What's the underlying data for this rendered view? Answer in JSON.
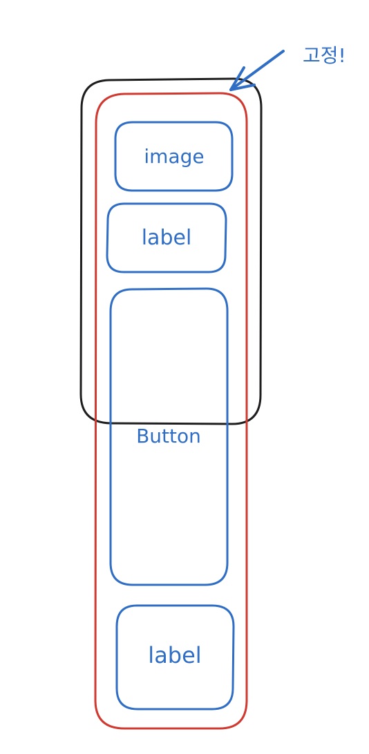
{
  "annotation": {
    "text": "고정!"
  },
  "boxes": {
    "image_label": "image",
    "label_top": "label",
    "button_label": "Button",
    "label_bottom": "label"
  },
  "colors": {
    "viewport_frame": "#1e1e1e",
    "scroll_container": "#d0392f",
    "element": "#2f6ec4",
    "annotation": "#2f6ec4"
  }
}
